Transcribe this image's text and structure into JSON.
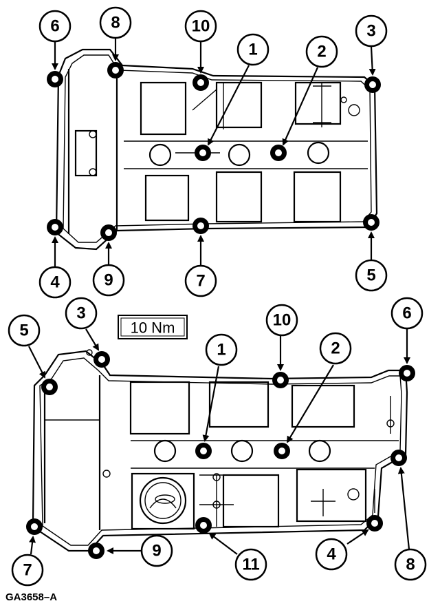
{
  "figure_id": "GA3658–A",
  "torque_spec": "10 Nm",
  "top_cover": {
    "labels": {
      "b1": "1",
      "b2": "2",
      "b3": "3",
      "b4": "4",
      "b5": "5",
      "b6": "6",
      "b7": "7",
      "b8": "8",
      "b9": "9",
      "b10": "10"
    }
  },
  "bottom_cover": {
    "labels": {
      "b1": "1",
      "b2": "2",
      "b3": "3",
      "b4": "4",
      "b5": "5",
      "b6": "6",
      "b7": "7",
      "b8": "8",
      "b9": "9",
      "b10": "10",
      "b11": "11"
    }
  }
}
